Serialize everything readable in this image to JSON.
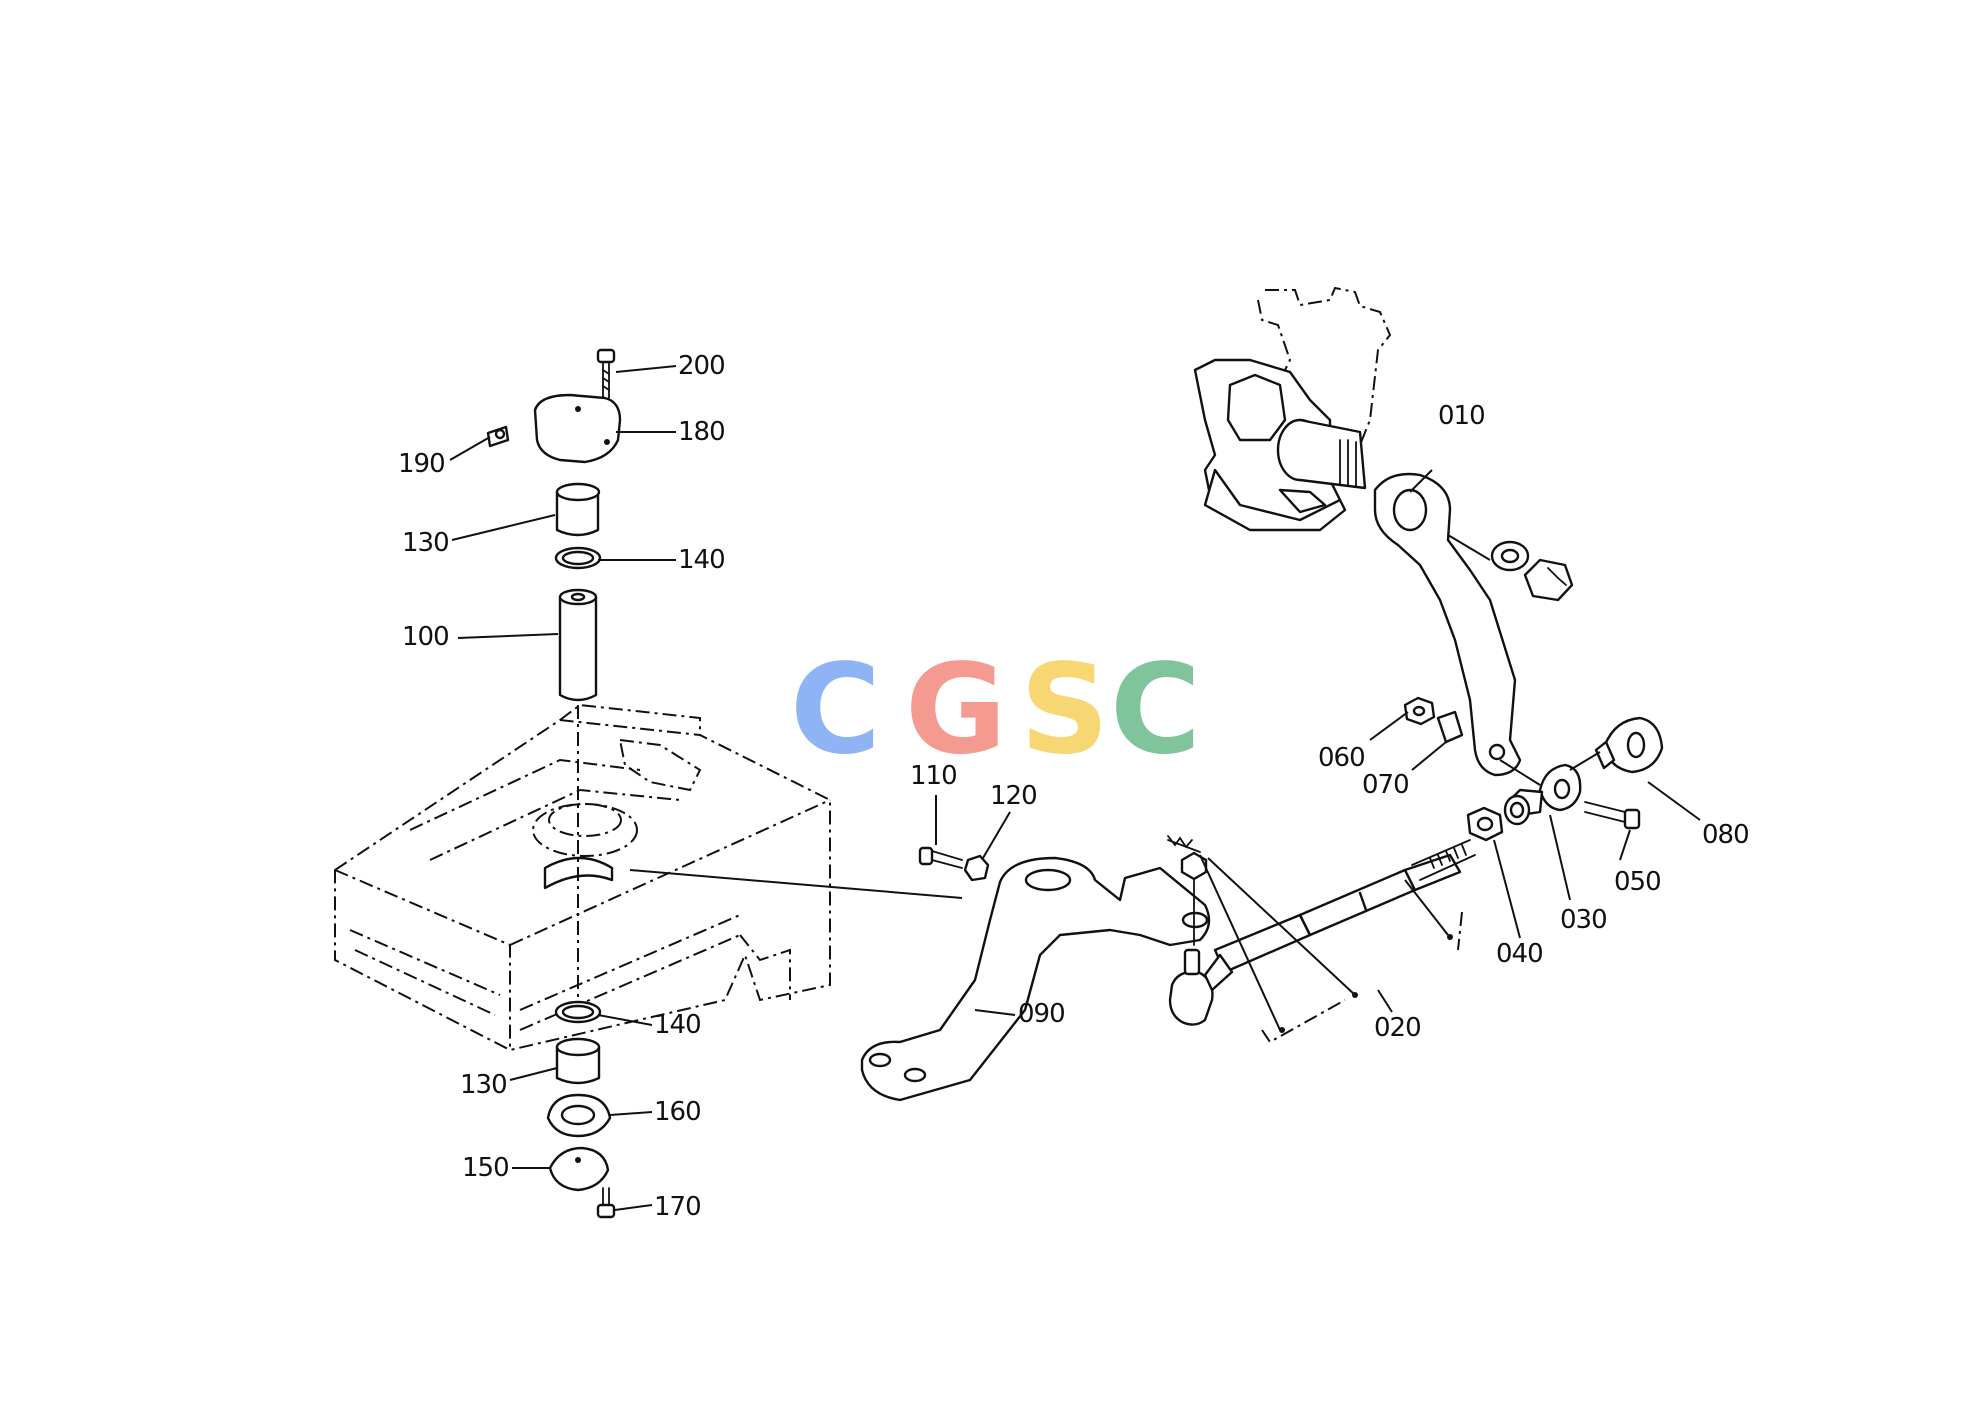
{
  "watermark": {
    "letters": [
      "C",
      "G",
      "S",
      "C"
    ],
    "colors": [
      "#8fb4f5",
      "#f49a90",
      "#f7d774",
      "#7fc49b"
    ]
  },
  "callouts": {
    "p200": "200",
    "p180": "180",
    "p190": "190",
    "p130_top": "130",
    "p140_top": "140",
    "p100": "100",
    "p140_bottom": "140",
    "p130_bottom": "130",
    "p160": "160",
    "p150": "150",
    "p170": "170",
    "p110": "110",
    "p120": "120",
    "p090": "090",
    "p010": "010",
    "p060": "060",
    "p070": "070",
    "p080": "080",
    "p050": "050",
    "p030": "030",
    "p040": "040",
    "p020": "020"
  }
}
